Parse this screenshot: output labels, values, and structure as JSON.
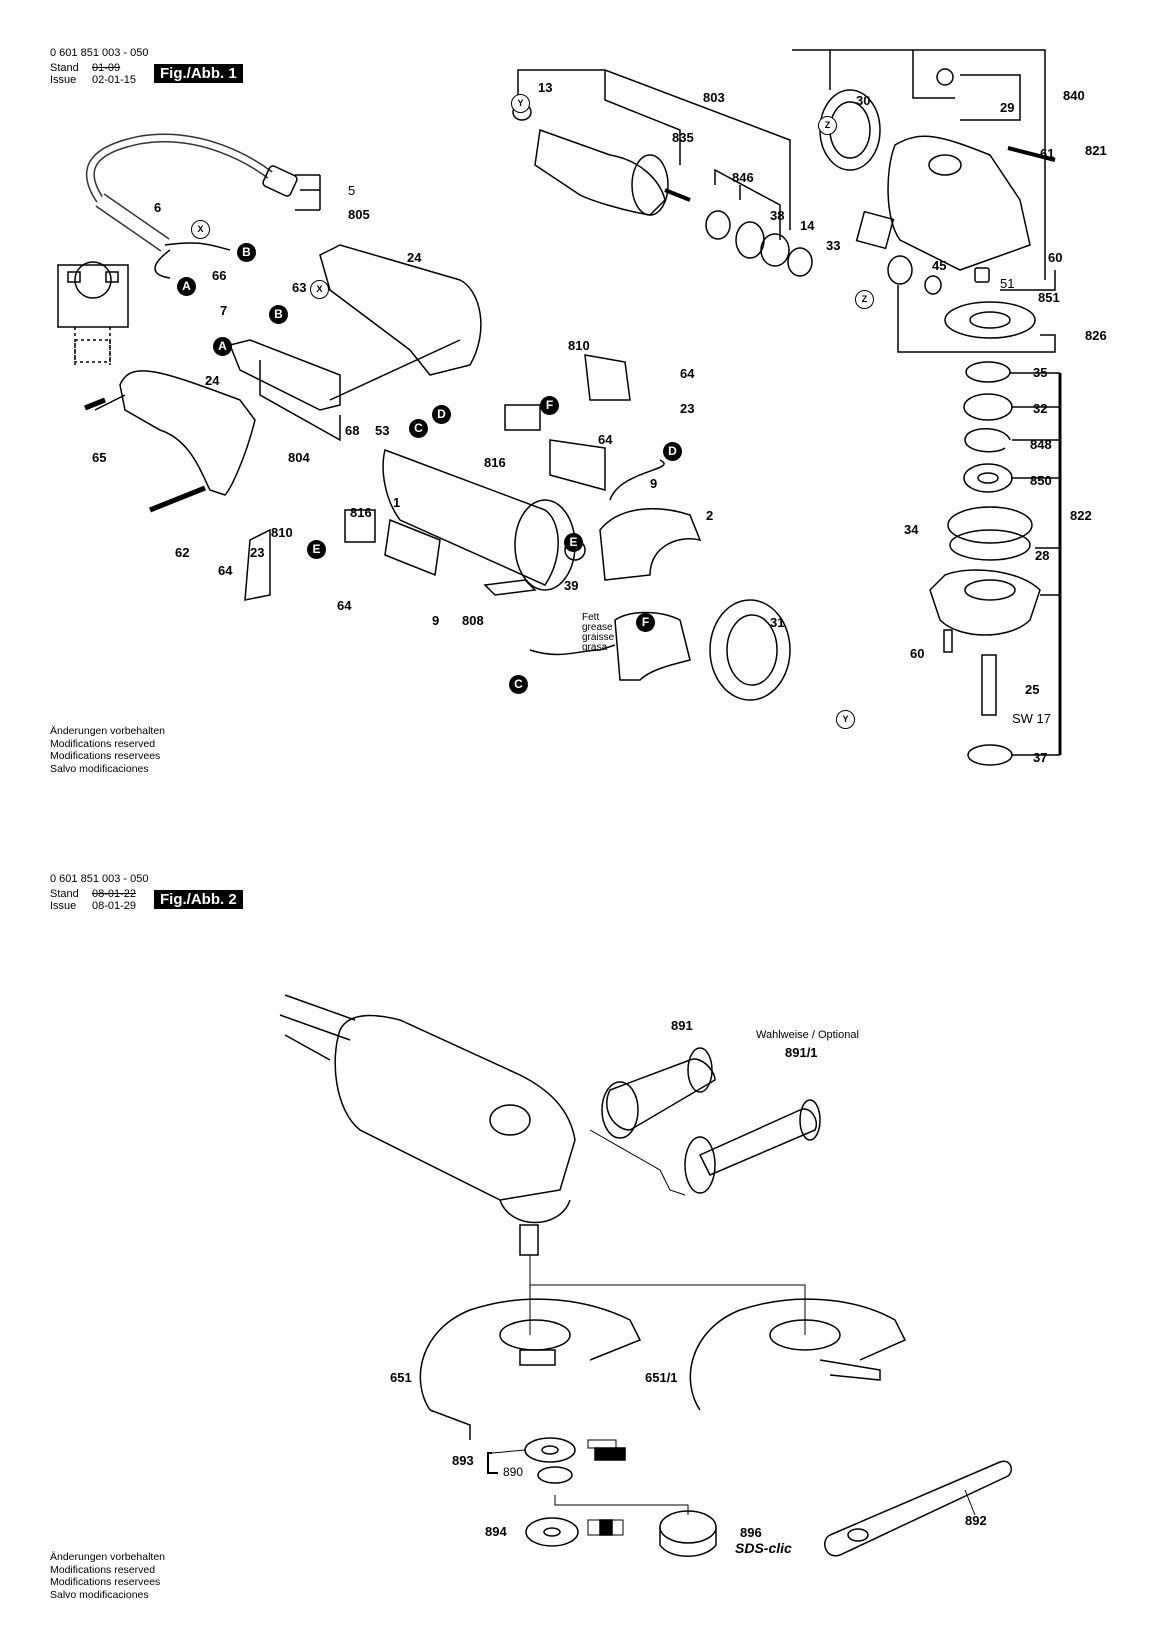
{
  "sheet1": {
    "part_number": "0 601 851 003 - 050",
    "stand_label": "Stand",
    "stand_value": "01-09",
    "issue_label": "Issue",
    "issue_value": "02-01-15",
    "figure_label": "Fig./Abb. 1",
    "callouts": {
      "n13": "13",
      "n803": "803",
      "n835": "835",
      "n846": "846",
      "n38": "38",
      "n14": "14",
      "n33": "33",
      "n30": "30",
      "n840": "840",
      "n29": "29",
      "n61": "61",
      "n821": "821",
      "n60a": "60",
      "n45": "45",
      "n51": "51",
      "n851": "851",
      "n826": "826",
      "n35": "35",
      "n32": "32",
      "n848": "848",
      "n850": "850",
      "n822": "822",
      "n34": "34",
      "n28": "28",
      "n60b": "60",
      "n25": "25",
      "sw17": "SW 17",
      "n37": "37",
      "n5": "5",
      "n805": "805",
      "n6": "6",
      "n66": "66",
      "n63": "63",
      "n7": "7",
      "n24a": "24",
      "n24b": "24",
      "n65": "65",
      "n804": "804",
      "n68": "68",
      "n53": "53",
      "n62": "62",
      "n810a": "810",
      "n64a": "64",
      "n23a": "23",
      "n816a": "816",
      "n64b": "64",
      "n9a": "9",
      "n1": "1",
      "n2": "2",
      "n39": "39",
      "n816b": "816",
      "n810b": "810",
      "n23b": "23",
      "n64c": "64",
      "n64d": "64",
      "n9b": "9",
      "n808": "808",
      "n31": "31"
    },
    "grease_note": [
      "Fett",
      "grease",
      "graisse",
      "grasa"
    ],
    "connectors": {
      "A": "A",
      "B": "B",
      "C": "C",
      "D": "D",
      "E": "E",
      "F": "F",
      "X": "X",
      "Y": "Y",
      "Z": "Z"
    },
    "footer": [
      "Änderungen vorbehalten",
      "Modifications reserved",
      "Modifications reservees",
      "Salvo modificaciones"
    ]
  },
  "sheet2": {
    "part_number": "0 601 851 003 - 050",
    "stand_label": "Stand",
    "stand_value": "08-01-22",
    "issue_label": "Issue",
    "issue_value": "08-01-29",
    "figure_label": "Fig./Abb. 2",
    "callouts": {
      "n891": "891",
      "optional": "Wahlweise / Optional",
      "n891_1": "891/1",
      "n651": "651",
      "n651_1": "651/1",
      "n893": "893",
      "n890": "890",
      "n894": "894",
      "n896": "896",
      "sds": "SDS-clic",
      "n892": "892"
    },
    "footer": [
      "Änderungen vorbehalten",
      "Modifications reserved",
      "Modifications reservees",
      "Salvo modificaciones"
    ]
  }
}
